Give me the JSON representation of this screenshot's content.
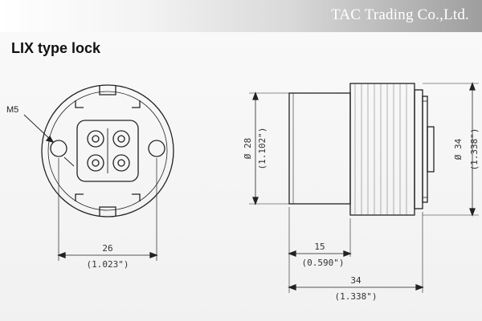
{
  "company": "TAC Trading Co.,Ltd.",
  "title": "LIX type lock",
  "front_view": {
    "callout": "M5",
    "width_mm": "26",
    "width_in": "(1.023\")"
  },
  "side_view": {
    "dia_small": "Ø 28",
    "dia_small_in": "(1.102\")",
    "dia_large": "Ø 34",
    "dia_large_in": "(1.338\")",
    "length_body_mm": "15",
    "length_body_in": "(0.590\")",
    "length_total_mm": "34",
    "length_total_in": "(1.338\")"
  }
}
